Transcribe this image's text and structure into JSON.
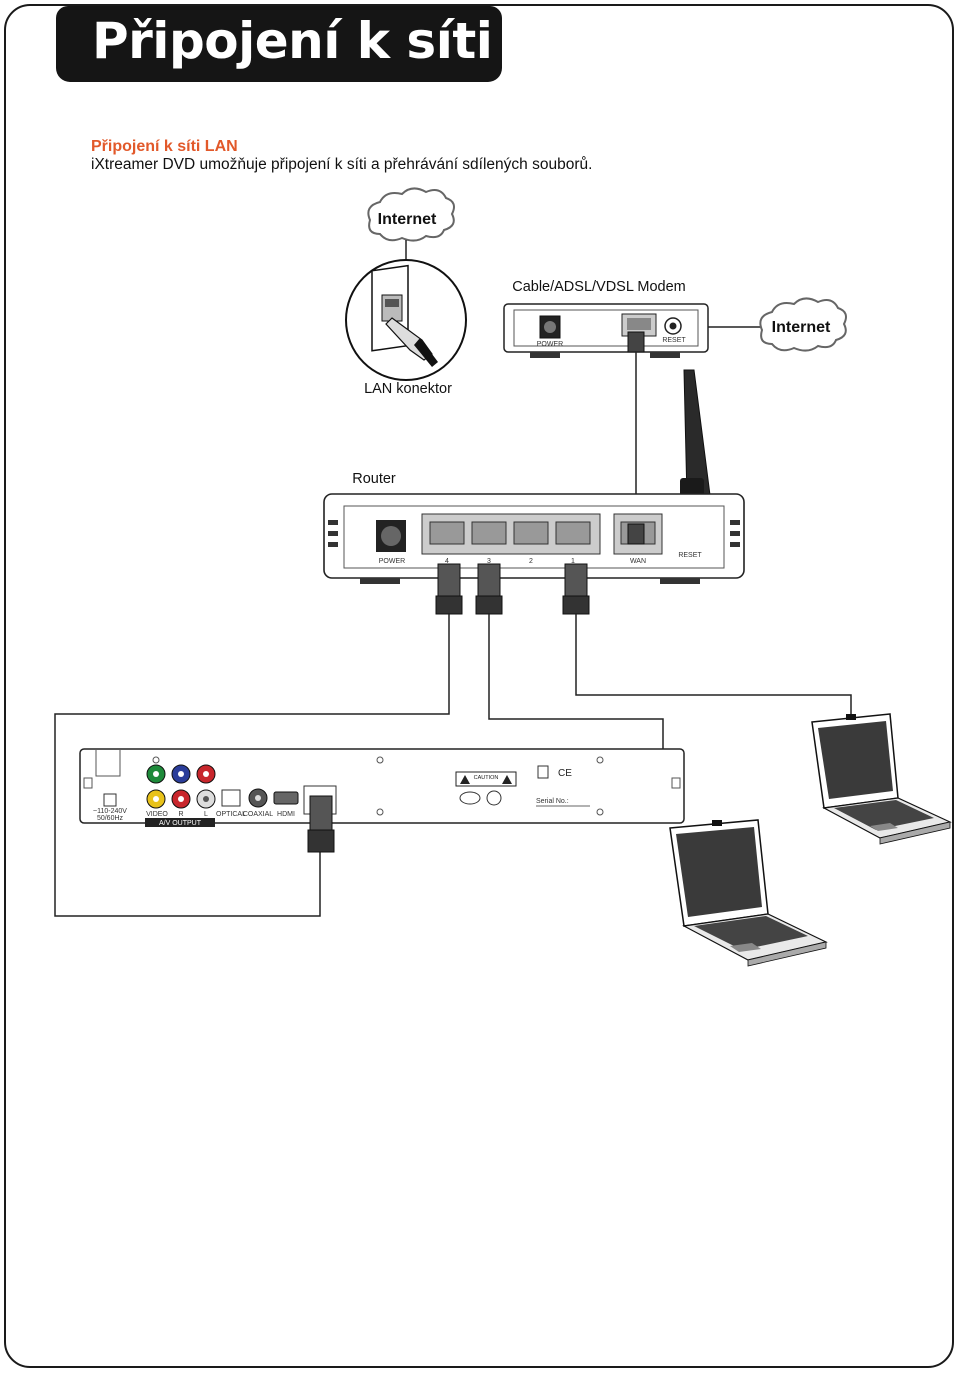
{
  "page": {
    "title": "Připojení k síti"
  },
  "section": {
    "heading": "Připojení k síti LAN",
    "description": "iXtreamer DVD umožňuje připojení k síti a přehrávání sdílených souborů."
  },
  "diagram": {
    "internet_cloud_top": "Internet",
    "internet_cloud_right": "Internet",
    "modem_label": "Cable/ADSL/VDSL Modem",
    "modem_power": "POWER",
    "modem_reset": "RESET",
    "wall_jack_label": "LAN konektor",
    "router_label": "Router",
    "router_power": "POWER",
    "router_ports": [
      "4",
      "3",
      "2",
      "1"
    ],
    "router_wan": "WAN",
    "router_reset": "RESET",
    "player_panel": {
      "voltage": "~110-240V",
      "frequency": "50/60Hz",
      "av_output": "A/V OUTPUT",
      "video": "VIDEO",
      "r": "R",
      "l": "L",
      "optical": "OPTICAL",
      "coaxial": "COAXIAL",
      "hdmi": "HDMI",
      "caution": "CAUTION",
      "serial": "Serial No.:"
    }
  }
}
